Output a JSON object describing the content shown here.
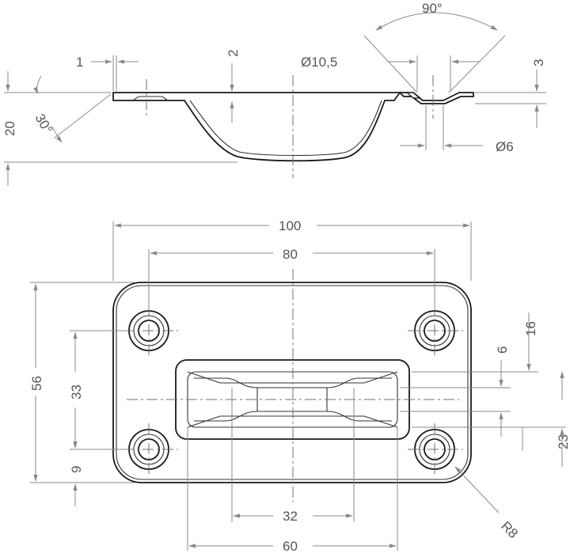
{
  "side_view": {
    "dim_thickness": "1",
    "dim_bowl_wall": "2",
    "dim_angle_bowl": "30°",
    "dim_height": "20",
    "dim_hole_outer": "Ø10,5",
    "dim_countersink_angle": "90°",
    "dim_flange": "3",
    "dim_hole_inner": "Ø6"
  },
  "top_view": {
    "dim_overall_width": "100",
    "dim_hole_spacing_x": "80",
    "dim_overall_height": "56",
    "dim_hole_spacing_y": "33",
    "dim_edge_offset": "9",
    "dim_recess_top": "16",
    "dim_recess_inner": "6",
    "dim_recess_height": "23",
    "dim_grip_width": "32",
    "dim_recess_width": "60",
    "dim_corner_radius": "R8"
  },
  "colors": {
    "outline": "#1a1a1a",
    "dimension": "#8a8a8a",
    "text": "#555555"
  }
}
